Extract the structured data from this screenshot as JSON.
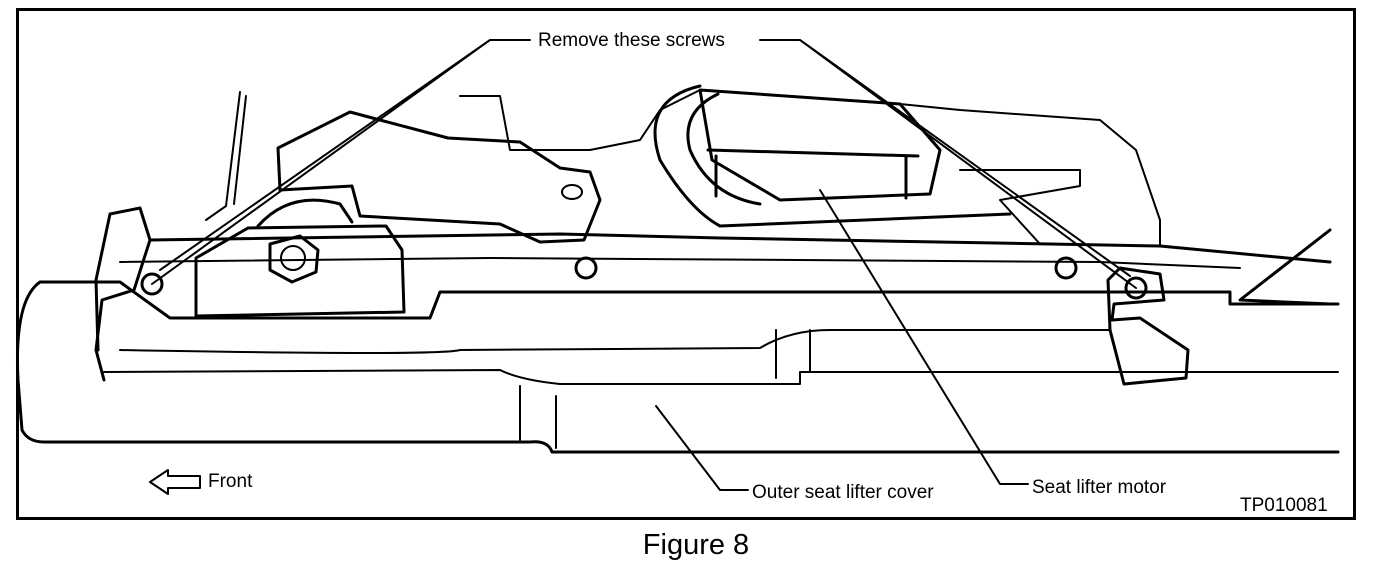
{
  "figure": {
    "caption": "Figure 8",
    "code": "TP010081"
  },
  "callouts": {
    "screws": "Remove these screws",
    "front": "Front",
    "outer_cover": "Outer seat lifter cover",
    "motor": "Seat lifter motor"
  },
  "colors": {
    "line": "#000000",
    "background": "#ffffff"
  }
}
